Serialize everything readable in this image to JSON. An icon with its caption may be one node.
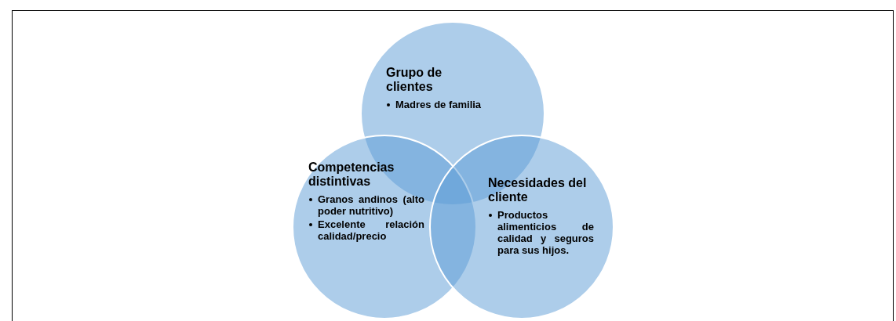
{
  "diagram": {
    "nodes": [
      {
        "text": [
          "Grupo de clientes",
          "Madres de familia"
        ]
      },
      {
        "text": [
          "Competencias distintivas",
          "Granos andinos (alto poder nutritivo)",
          "Excelente relación calidad/precio"
        ]
      },
      {
        "text": [
          "Necesidades del cliente",
          "Productos alimenticios de calidad y seguros para sus hijos."
        ]
      }
    ]
  }
}
